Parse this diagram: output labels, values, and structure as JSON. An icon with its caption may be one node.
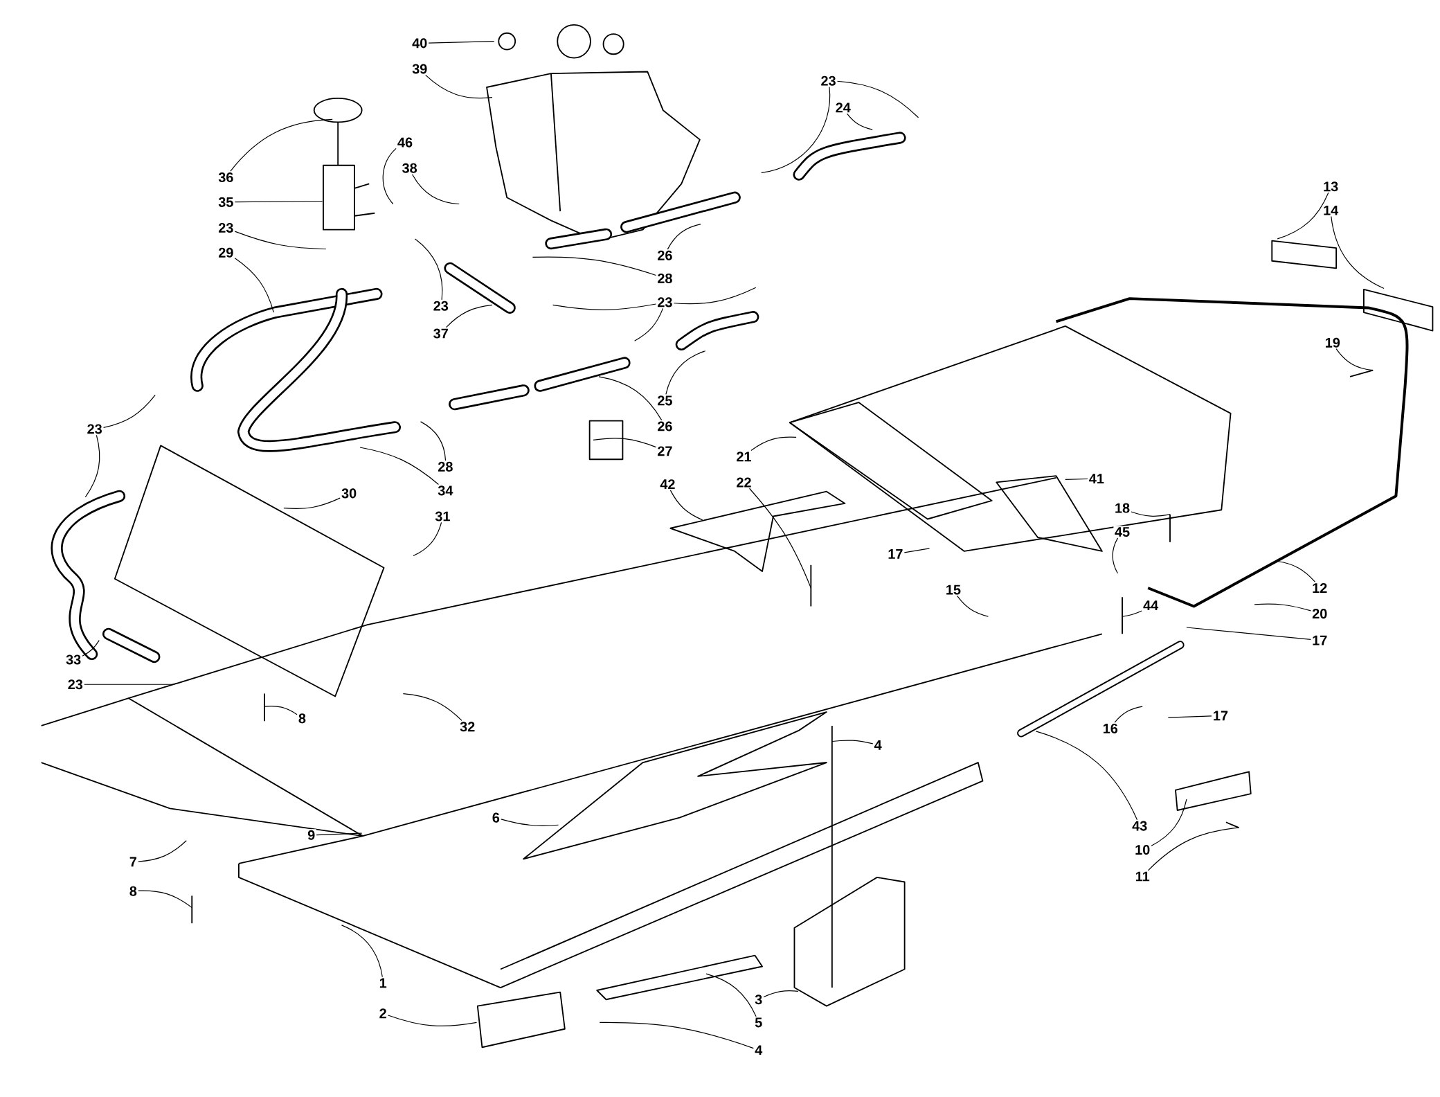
{
  "diagram": {
    "nodes": [
      {
        "text": [
          "40"
        ]
      },
      {
        "text": [
          "39"
        ]
      },
      {
        "text": [
          "36"
        ]
      },
      {
        "text": [
          "35"
        ]
      },
      {
        "text": [
          "23"
        ]
      },
      {
        "text": [
          "29"
        ]
      },
      {
        "text": [
          "46"
        ]
      },
      {
        "text": [
          "38"
        ]
      },
      {
        "text": [
          "23"
        ]
      },
      {
        "text": [
          "24"
        ]
      },
      {
        "text": [
          "26"
        ]
      },
      {
        "text": [
          "28"
        ]
      },
      {
        "text": [
          "23"
        ]
      },
      {
        "text": [
          "37"
        ]
      },
      {
        "text": [
          "23"
        ]
      },
      {
        "text": [
          "25"
        ]
      },
      {
        "text": [
          "26"
        ]
      },
      {
        "text": [
          "27"
        ]
      },
      {
        "text": [
          "28"
        ]
      },
      {
        "text": [
          "34"
        ]
      },
      {
        "text": [
          "21"
        ]
      },
      {
        "text": [
          "22"
        ]
      },
      {
        "text": [
          "42"
        ]
      },
      {
        "text": [
          "30"
        ]
      },
      {
        "text": [
          "23"
        ]
      },
      {
        "text": [
          "31"
        ]
      },
      {
        "text": [
          "33"
        ]
      },
      {
        "text": [
          "23"
        ]
      },
      {
        "text": [
          "8"
        ]
      },
      {
        "text": [
          "32"
        ]
      },
      {
        "text": [
          "6"
        ]
      },
      {
        "text": [
          "4"
        ]
      },
      {
        "text": [
          "7"
        ]
      },
      {
        "text": [
          "8"
        ]
      },
      {
        "text": [
          "9"
        ]
      },
      {
        "text": [
          "1"
        ]
      },
      {
        "text": [
          "2"
        ]
      },
      {
        "text": [
          "5"
        ]
      },
      {
        "text": [
          "3"
        ]
      },
      {
        "text": [
          "4"
        ]
      },
      {
        "text": [
          "13"
        ]
      },
      {
        "text": [
          "14"
        ]
      },
      {
        "text": [
          "19"
        ]
      },
      {
        "text": [
          "41"
        ]
      },
      {
        "text": [
          "17"
        ]
      },
      {
        "text": [
          "18"
        ]
      },
      {
        "text": [
          "45"
        ]
      },
      {
        "text": [
          "15"
        ]
      },
      {
        "text": [
          "44"
        ]
      },
      {
        "text": [
          "12"
        ]
      },
      {
        "text": [
          "20"
        ]
      },
      {
        "text": [
          "17"
        ]
      },
      {
        "text": [
          "16"
        ]
      },
      {
        "text": [
          "17"
        ]
      },
      {
        "text": [
          "43"
        ]
      },
      {
        "text": [
          "10"
        ]
      },
      {
        "text": [
          "11"
        ]
      }
    ],
    "edges": [
      {
        "from": 0,
        "to": null,
        "arrow": "none"
      },
      {
        "from": 1,
        "to": null,
        "arrow": "none"
      },
      {
        "from": 2,
        "to": null,
        "arrow": "none"
      },
      {
        "from": 3,
        "to": null,
        "arrow": "none"
      },
      {
        "from": 4,
        "to": null,
        "arrow": "none"
      },
      {
        "from": 5,
        "to": null,
        "arrow": "none"
      },
      {
        "from": 6,
        "to": null,
        "arrow": "none"
      },
      {
        "from": 7,
        "to": null,
        "arrow": "none"
      },
      {
        "from": 8,
        "to": null,
        "arrow": "none"
      },
      {
        "from": 8,
        "to": null,
        "arrow": "none"
      },
      {
        "from": 9,
        "to": null,
        "arrow": "none"
      },
      {
        "from": 10,
        "to": null,
        "arrow": "none"
      },
      {
        "from": 11,
        "to": null,
        "arrow": "none"
      },
      {
        "from": 12,
        "to": null,
        "arrow": "none"
      },
      {
        "from": 13,
        "to": null,
        "arrow": "none"
      },
      {
        "from": 14,
        "to": null,
        "arrow": "none"
      },
      {
        "from": 14,
        "to": null,
        "arrow": "none"
      },
      {
        "from": 14,
        "to": null,
        "arrow": "none"
      },
      {
        "from": 15,
        "to": null,
        "arrow": "none"
      },
      {
        "from": 16,
        "to": null,
        "arrow": "none"
      },
      {
        "from": 17,
        "to": null,
        "arrow": "none"
      },
      {
        "from": 18,
        "to": null,
        "arrow": "none"
      },
      {
        "from": 19,
        "to": null,
        "arrow": "none"
      },
      {
        "from": 20,
        "to": null,
        "arrow": "none"
      },
      {
        "from": 21,
        "to": null,
        "arrow": "none"
      },
      {
        "from": 22,
        "to": null,
        "arrow": "none"
      },
      {
        "from": 23,
        "to": null,
        "arrow": "none"
      },
      {
        "from": 24,
        "to": null,
        "arrow": "none"
      },
      {
        "from": 24,
        "to": null,
        "arrow": "none"
      },
      {
        "from": 25,
        "to": null,
        "arrow": "none"
      },
      {
        "from": 26,
        "to": null,
        "arrow": "none"
      },
      {
        "from": 27,
        "to": null,
        "arrow": "none"
      },
      {
        "from": 28,
        "to": null,
        "arrow": "none"
      },
      {
        "from": 29,
        "to": null,
        "arrow": "none"
      },
      {
        "from": 30,
        "to": null,
        "arrow": "none"
      },
      {
        "from": 31,
        "to": null,
        "arrow": "none"
      },
      {
        "from": 32,
        "to": null,
        "arrow": "none"
      },
      {
        "from": 33,
        "to": null,
        "arrow": "none"
      },
      {
        "from": 34,
        "to": null,
        "arrow": "none"
      },
      {
        "from": 35,
        "to": null,
        "arrow": "none"
      },
      {
        "from": 36,
        "to": null,
        "arrow": "none"
      },
      {
        "from": 37,
        "to": null,
        "arrow": "none"
      },
      {
        "from": 38,
        "to": null,
        "arrow": "none"
      },
      {
        "from": 39,
        "to": null,
        "arrow": "none"
      },
      {
        "from": 40,
        "to": null,
        "arrow": "none"
      },
      {
        "from": 41,
        "to": null,
        "arrow": "none"
      },
      {
        "from": 42,
        "to": null,
        "arrow": "none"
      },
      {
        "from": 43,
        "to": null,
        "arrow": "none"
      },
      {
        "from": 44,
        "to": null,
        "arrow": "none"
      },
      {
        "from": 45,
        "to": null,
        "arrow": "none"
      },
      {
        "from": 46,
        "to": null,
        "arrow": "none"
      },
      {
        "from": 47,
        "to": null,
        "arrow": "none"
      },
      {
        "from": 48,
        "to": null,
        "arrow": "none"
      },
      {
        "from": 49,
        "to": null,
        "arrow": "none"
      },
      {
        "from": 50,
        "to": null,
        "arrow": "none"
      },
      {
        "from": 51,
        "to": null,
        "arrow": "none"
      },
      {
        "from": 52,
        "to": null,
        "arrow": "none"
      },
      {
        "from": 53,
        "to": null,
        "arrow": "none"
      },
      {
        "from": 54,
        "to": null,
        "arrow": "none"
      },
      {
        "from": 55,
        "to": null,
        "arrow": "none"
      },
      {
        "from": 56,
        "to": null,
        "arrow": "none"
      }
    ]
  }
}
